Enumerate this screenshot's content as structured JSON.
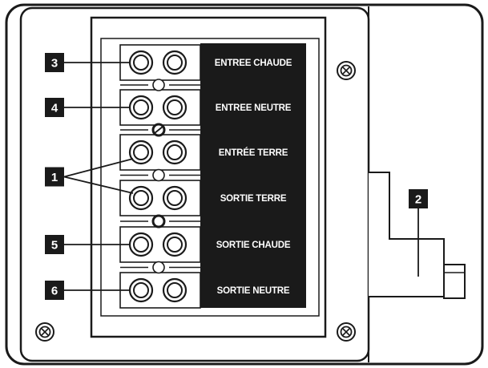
{
  "colors": {
    "line": "#1a1a1a",
    "panel_fill": "#ffffff",
    "label_strip": "#1a1a1a",
    "label_text": "#ffffff",
    "badge_fill": "#1a1a1a",
    "badge_text": "#ffffff"
  },
  "terminals": [
    {
      "id": "entree-chaude",
      "label": "ENTREE CHAUDE"
    },
    {
      "id": "entree-neutre",
      "label": "ENTREE NEUTRE"
    },
    {
      "id": "entree-terre",
      "label": "ENTRÉE TERRE"
    },
    {
      "id": "sortie-terre",
      "label": "SORTIE TERRE"
    },
    {
      "id": "sortie-chaude",
      "label": "SORTIE CHAUDE"
    },
    {
      "id": "sortie-neutre",
      "label": "SORTIE NEUTRE"
    }
  ],
  "callouts": [
    {
      "number": "3",
      "targets": [
        "entree-chaude"
      ]
    },
    {
      "number": "4",
      "targets": [
        "entree-neutre"
      ]
    },
    {
      "number": "1",
      "targets": [
        "entree-terre",
        "sortie-terre"
      ]
    },
    {
      "number": "5",
      "targets": [
        "sortie-chaude"
      ]
    },
    {
      "number": "6",
      "targets": [
        "sortie-neutre"
      ]
    },
    {
      "number": "2",
      "targets": []
    }
  ],
  "icons": [
    "screw-icon"
  ]
}
